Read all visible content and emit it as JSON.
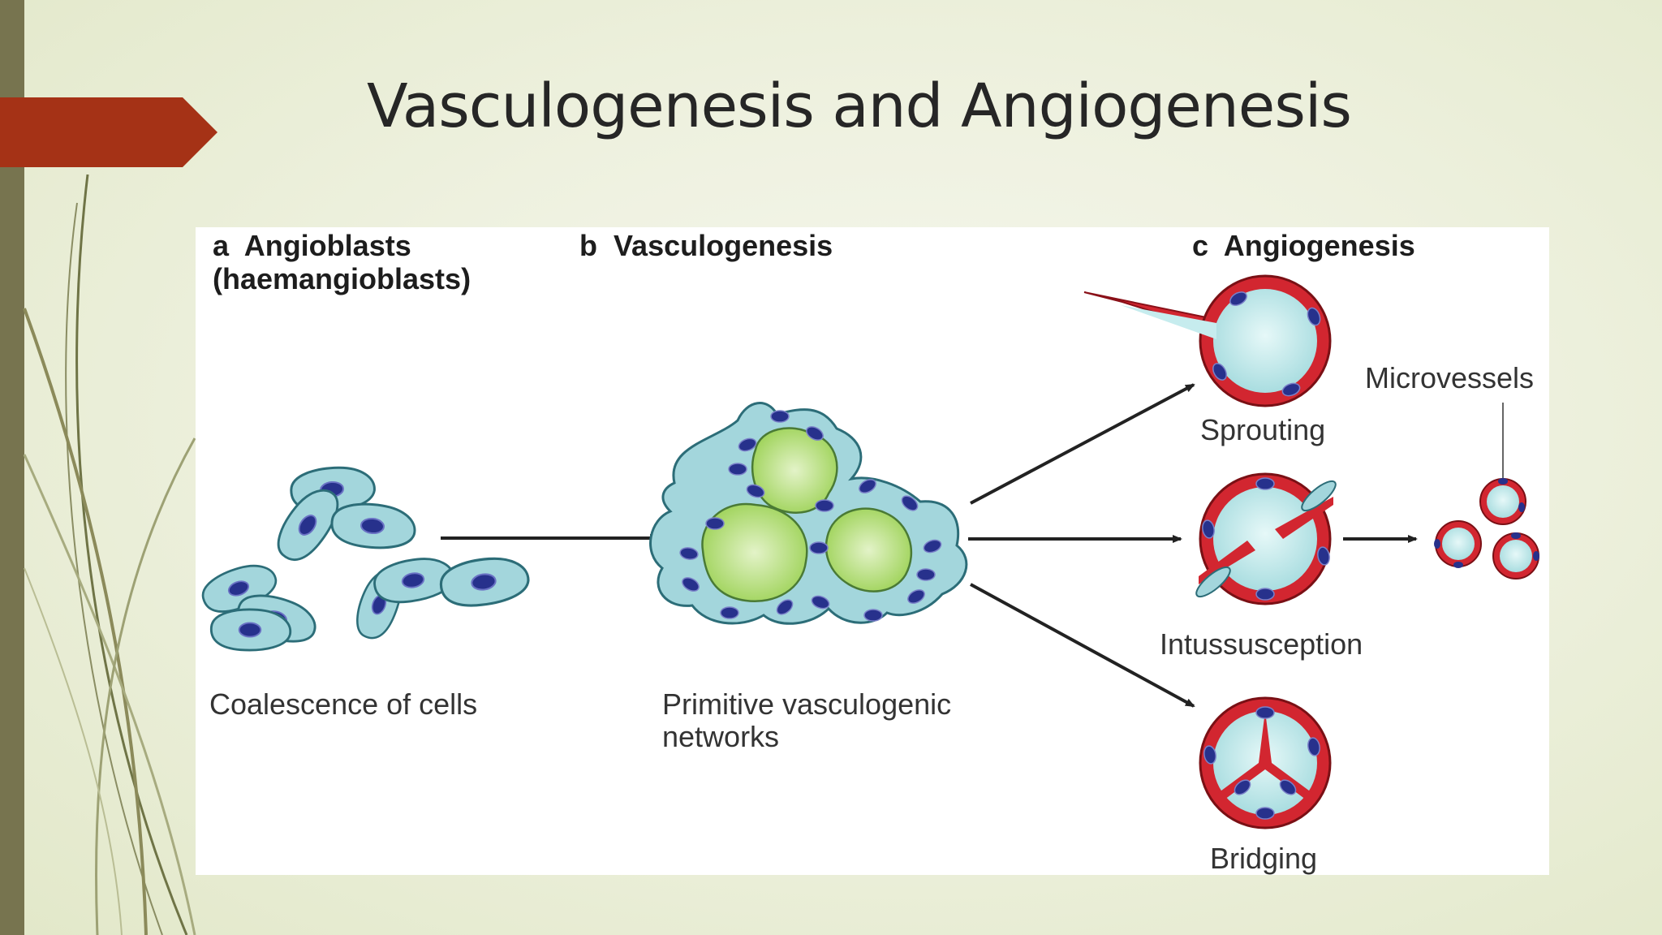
{
  "slide": {
    "title": "Vasculogenesis and Angiogenesis",
    "accent_color": "#a53216",
    "side_bar_color": "#77744f"
  },
  "figure": {
    "panel_a": {
      "letter": "a",
      "title_line1": "Angioblasts",
      "title_line2": "(haemangioblasts)",
      "caption": "Coalescence of cells"
    },
    "panel_b": {
      "letter": "b",
      "title": "Vasculogenesis",
      "caption_line1": "Primitive vasculogenic",
      "caption_line2": "networks"
    },
    "panel_c": {
      "letter": "c",
      "title": "Angiogenesis",
      "sprouting": "Sprouting",
      "intussusception": "Intussusception",
      "bridging": "Bridging",
      "microvessels": "Microvessels"
    },
    "colors": {
      "cell_fill": "#a3d6dc",
      "cell_outline": "#2c6d78",
      "nucleus": "#27318c",
      "lumen_green": "#b7e07f",
      "vessel_red": "#d22630",
      "lumen_cyan": "#c6ecee"
    }
  }
}
